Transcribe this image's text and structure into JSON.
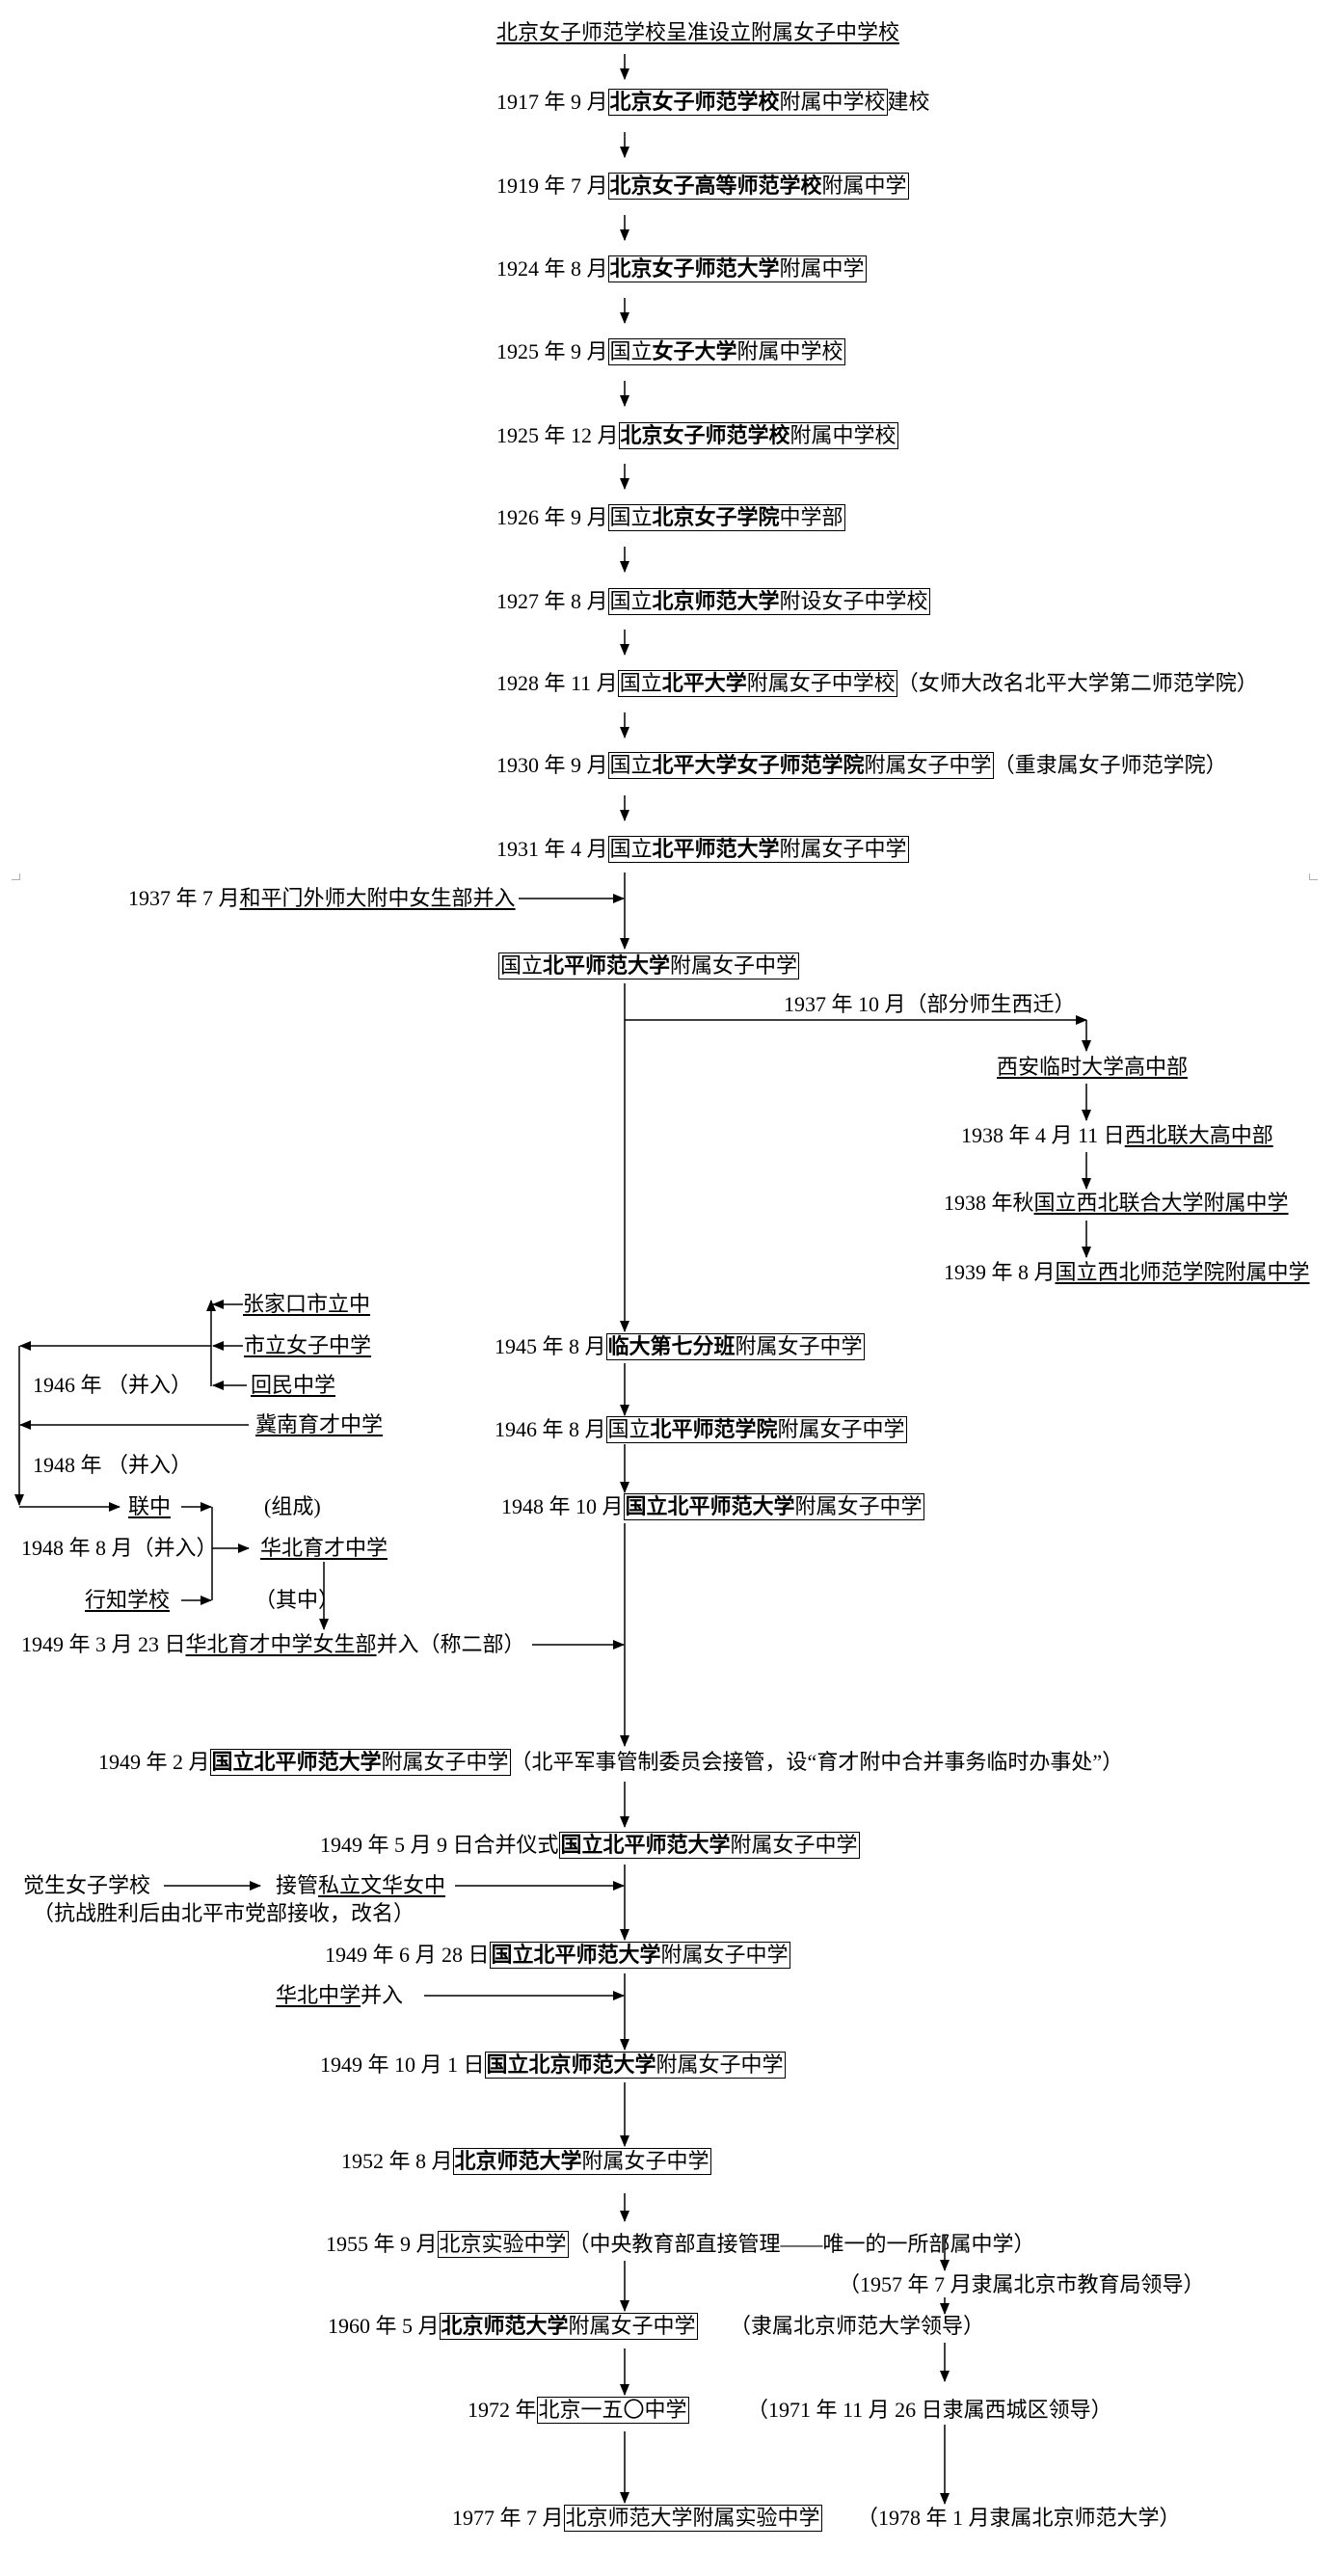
{
  "title": "北京女子师范学校呈准设立附属女子中学校",
  "main_timeline": [
    {
      "date": "1917 年 9 月",
      "box_pre": "",
      "box_bold": "北京女子师范学校",
      "box_post": "附属中学校",
      "suffix": "建校"
    },
    {
      "date": "1919 年 7 月",
      "box_pre": "",
      "box_bold": "北京女子高等师范学校",
      "box_post": "附属中学",
      "suffix": ""
    },
    {
      "date": "1924 年 8 月",
      "box_pre": "",
      "box_bold": "北京女子师范大学",
      "box_post": "附属中学",
      "suffix": ""
    },
    {
      "date": "1925 年 9 月",
      "box_pre": "国立",
      "box_bold": "女子大学",
      "box_post": "附属中学校",
      "suffix": ""
    },
    {
      "date": "1925 年 12 月",
      "box_pre": "",
      "box_bold": "北京女子师范学校",
      "box_post": "附属中学校",
      "suffix": ""
    },
    {
      "date": "1926 年 9 月",
      "box_pre": "国立",
      "box_bold": "北京女子学院",
      "box_post": "中学部",
      "suffix": ""
    },
    {
      "date": "1927 年 8 月",
      "box_pre": "国立",
      "box_bold": "北京师范大学",
      "box_post": "附设女子中学校",
      "suffix": ""
    },
    {
      "date": "1928 年 11 月",
      "box_pre": "国立",
      "box_bold": "北平大学",
      "box_post": "附属女子中学校",
      "suffix": "（女师大改名北平大学第二师范学院）"
    },
    {
      "date": "1930 年 9 月",
      "box_pre": "国立",
      "box_bold": "北平大学女子师范学院",
      "box_post": "附属女子中学",
      "suffix": "（重隶属女子师范学院）"
    },
    {
      "date": "1931 年 4 月",
      "box_pre": "国立",
      "box_bold": "北平师范大学",
      "box_post": "附属女子中学",
      "suffix": ""
    },
    {
      "date": "",
      "box_pre": "国立",
      "box_bold": "北平师范大学",
      "box_post": "附属女子中学",
      "suffix": ""
    },
    {
      "date": "1945 年 8 月",
      "box_pre": "",
      "box_bold": "临大第七分班",
      "box_post": "附属女子中学",
      "suffix": ""
    },
    {
      "date": "1946 年 8 月",
      "box_pre": "国立",
      "box_bold": "北平师范学院",
      "box_post": "附属女子中学",
      "suffix": ""
    },
    {
      "date": "1948 年 10 月",
      "box_pre": "",
      "box_bold": "国立北平师范大学",
      "box_post": "附属女子中学",
      "suffix": ""
    },
    {
      "date": "1949 年 2 月",
      "box_pre": "",
      "box_bold": "国立北平师范大学",
      "box_post": "附属女子中学",
      "suffix": "（北平军事管制委员会接管，设“育才附中合并事务临时办事处”）"
    },
    {
      "date": "1949 年 5 月 9 日合并仪式",
      "box_pre": "",
      "box_bold": "国立北平师范大学",
      "box_post": "附属女子中学",
      "suffix": ""
    },
    {
      "date": "1949 年 6 月 28 日",
      "box_pre": "",
      "box_bold": "国立北平师范大学",
      "box_post": "附属女子中学",
      "suffix": ""
    },
    {
      "date": "1949 年 10 月 1 日",
      "box_pre": "",
      "box_bold": "国立北京师范大学",
      "box_post": "附属女子中学",
      "suffix": ""
    },
    {
      "date": "1952 年 8 月",
      "box_pre": "",
      "box_bold": "北京师范大学",
      "box_post": "附属女子中学",
      "suffix": ""
    },
    {
      "date": "1955 年 9 月",
      "box_pre": "北京实验中学",
      "box_bold": "",
      "box_post": "",
      "suffix": "（中央教育部直接管理——唯一的一所部属中学）"
    },
    {
      "date": "1960 年 5 月",
      "box_pre": "",
      "box_bold": "北京师范大学",
      "box_post": "附属女子中学",
      "suffix": ""
    },
    {
      "date": "1972 年",
      "box_pre": "北京一五〇中学",
      "box_bold": "",
      "box_post": "",
      "suffix": ""
    },
    {
      "date": "1977 年 7 月",
      "box_pre": "北京师范大学附属实验中学",
      "box_bold": "",
      "box_post": "",
      "suffix": ""
    }
  ],
  "merger_1937": {
    "date": "1937 年 7 月",
    "name": "和平门外师大附中女生部并入"
  },
  "west_branch": {
    "label": "1937 年 10 月（部分师生西迁）",
    "steps": [
      {
        "date": "",
        "name": "西安临时大学高中部"
      },
      {
        "date": "1938 年 4 月 11 日",
        "name": "西北联大高中部"
      },
      {
        "date": "1938 年秋",
        "name": "国立西北联合大学附属中学"
      },
      {
        "date": "1939 年 8 月",
        "name": "国立西北师范学院附属中学"
      }
    ]
  },
  "left_mergers": {
    "schools_1946": [
      "张家口市立中",
      "市立女子中学",
      "回民中学"
    ],
    "label_1946": "1946 年 （并入）",
    "jinan": "冀南育才中学",
    "label_1948": "1948 年 （并入）",
    "lianzhong": "联中",
    "zucheng": "(组成)",
    "label_1948_8": "1948 年 8 月（并入）",
    "huabei_yucai": "华北育才中学",
    "xingzhi": "行知学校",
    "qizhong": "（其中）",
    "merge_1949_3": {
      "date": "1949 年 3 月 23 日",
      "name": "华北育才中学女生部",
      "suffix": "并入（称二部）"
    }
  },
  "juesheng": {
    "from": "觉生女子学校",
    "action": "接管",
    "to": "私立文华女中",
    "note": "（抗战胜利后由北平市党部接收，改名）"
  },
  "huabei_middle": {
    "name": "华北中学",
    "suffix": "并入"
  },
  "affiliation_chain": [
    "（1957 年 7 月隶属北京市教育局领导）",
    "（隶属北京师范大学领导）",
    "（1971 年 11 月 26 日隶属西城区领导）",
    "（1978 年 1 月隶属北京师范大学）"
  ]
}
